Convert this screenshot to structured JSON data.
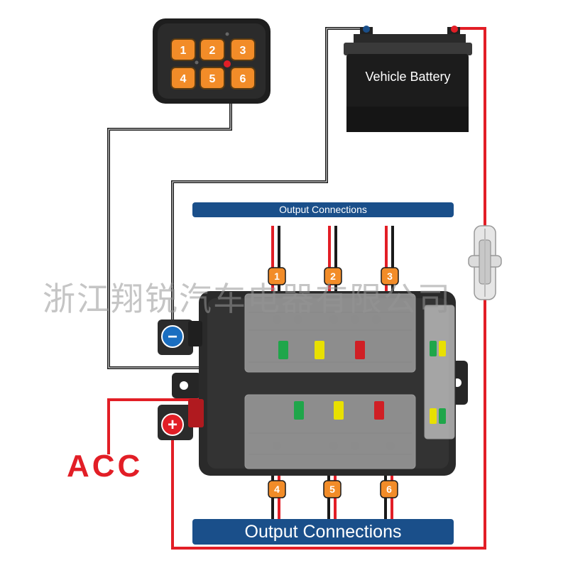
{
  "battery": {
    "label": "Vehicle Battery"
  },
  "banners": {
    "top": "Output Connections",
    "bottom": "Output Connections"
  },
  "acc": {
    "label": "ACC"
  },
  "watermark": {
    "text": "浙江翔锐汽车电器有限公司"
  },
  "switch_panel": {
    "buttons": [
      "1",
      "2",
      "3",
      "4",
      "5",
      "6"
    ]
  },
  "outputs": {
    "top": [
      "1",
      "2",
      "3"
    ],
    "bottom": [
      "4",
      "5",
      "6"
    ]
  },
  "terminals": {
    "negative": "−",
    "positive": "+"
  },
  "colors": {
    "wire_red": "#e21e26",
    "wire_black": "#1a1a1a",
    "banner": "#1a4f8a",
    "label_orange": "#f28c28"
  }
}
